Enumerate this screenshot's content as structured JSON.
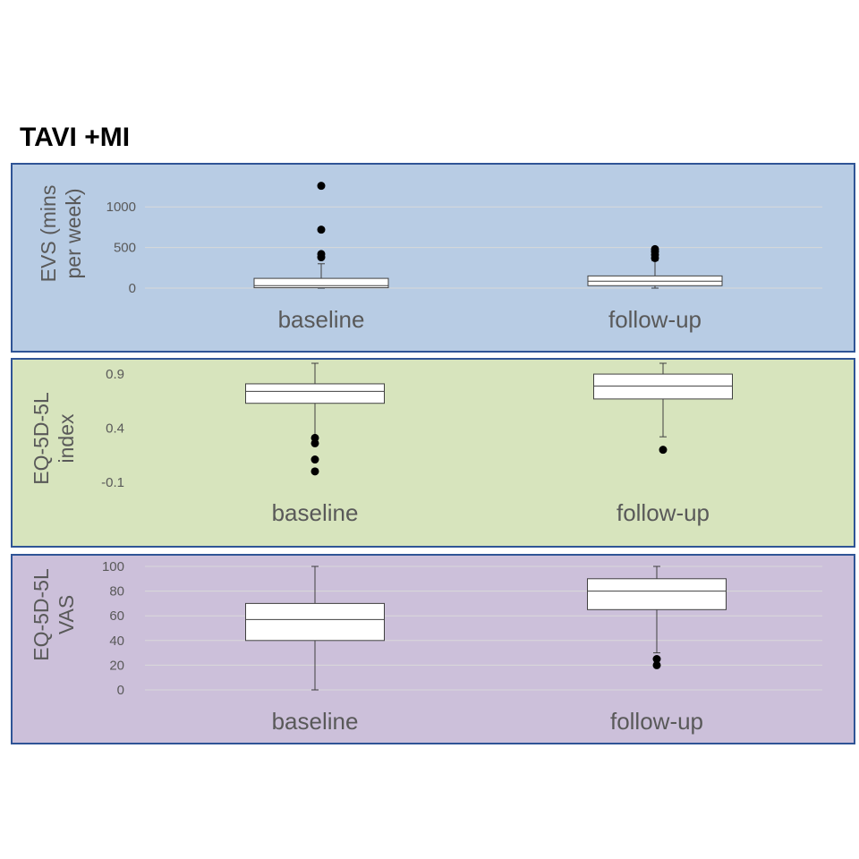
{
  "title": "TAVI +MI",
  "colors": {
    "border": "#2f5496",
    "box_fill": "#ffffff",
    "box_stroke": "#404040",
    "outlier": "#000000",
    "text": "#595959",
    "grid": "#d9d9d9"
  },
  "chart_data": [
    {
      "type": "box",
      "background": "#b8cce4",
      "ylabel": [
        "EVS (mins",
        "per week)"
      ],
      "ylim": [
        0,
        1300
      ],
      "yticks": [
        0,
        500,
        1000
      ],
      "ytick_labels": [
        "0",
        "500",
        "1000"
      ],
      "grid": true,
      "categories": [
        "baseline",
        "follow-up"
      ],
      "boxes": [
        {
          "category": "baseline",
          "min": 0,
          "q1": 5,
          "median": 30,
          "q3": 120,
          "max": 300,
          "outliers": [
            380,
            420,
            720,
            1260
          ]
        },
        {
          "category": "follow-up",
          "min": 0,
          "q1": 30,
          "median": 85,
          "q3": 150,
          "max": 340,
          "outliers": [
            370,
            410,
            450,
            480
          ]
        }
      ]
    },
    {
      "type": "box",
      "background": "#d7e4bd",
      "ylabel": [
        "EQ-5D-5L",
        "index"
      ],
      "ylim": [
        -0.2,
        1.0
      ],
      "yticks": [
        -0.1,
        0.4,
        0.9
      ],
      "ytick_labels": [
        "-0.1",
        "0.4",
        "0.9"
      ],
      "grid": false,
      "categories": [
        "baseline",
        "follow-up"
      ],
      "boxes": [
        {
          "category": "baseline",
          "min": 0.32,
          "q1": 0.63,
          "median": 0.74,
          "q3": 0.81,
          "max": 1.0,
          "outliers": [
            0.31,
            0.26,
            0.11,
            0.0
          ]
        },
        {
          "category": "follow-up",
          "min": 0.32,
          "q1": 0.67,
          "median": 0.79,
          "q3": 0.9,
          "max": 1.0,
          "outliers": [
            0.2
          ]
        }
      ]
    },
    {
      "type": "box",
      "background": "#ccc0da",
      "ylabel": [
        "EQ-5D-5L",
        "VAS"
      ],
      "ylim": [
        0,
        100
      ],
      "yticks": [
        0,
        20,
        40,
        60,
        80,
        100
      ],
      "ytick_labels": [
        "0",
        "20",
        "40",
        "60",
        "80",
        "100"
      ],
      "grid": true,
      "categories": [
        "baseline",
        "follow-up"
      ],
      "boxes": [
        {
          "category": "baseline",
          "min": 0,
          "q1": 40,
          "median": 57,
          "q3": 70,
          "max": 100,
          "outliers": []
        },
        {
          "category": "follow-up",
          "min": 30,
          "q1": 65,
          "median": 80,
          "q3": 90,
          "max": 100,
          "outliers": [
            25,
            20
          ]
        }
      ]
    }
  ]
}
